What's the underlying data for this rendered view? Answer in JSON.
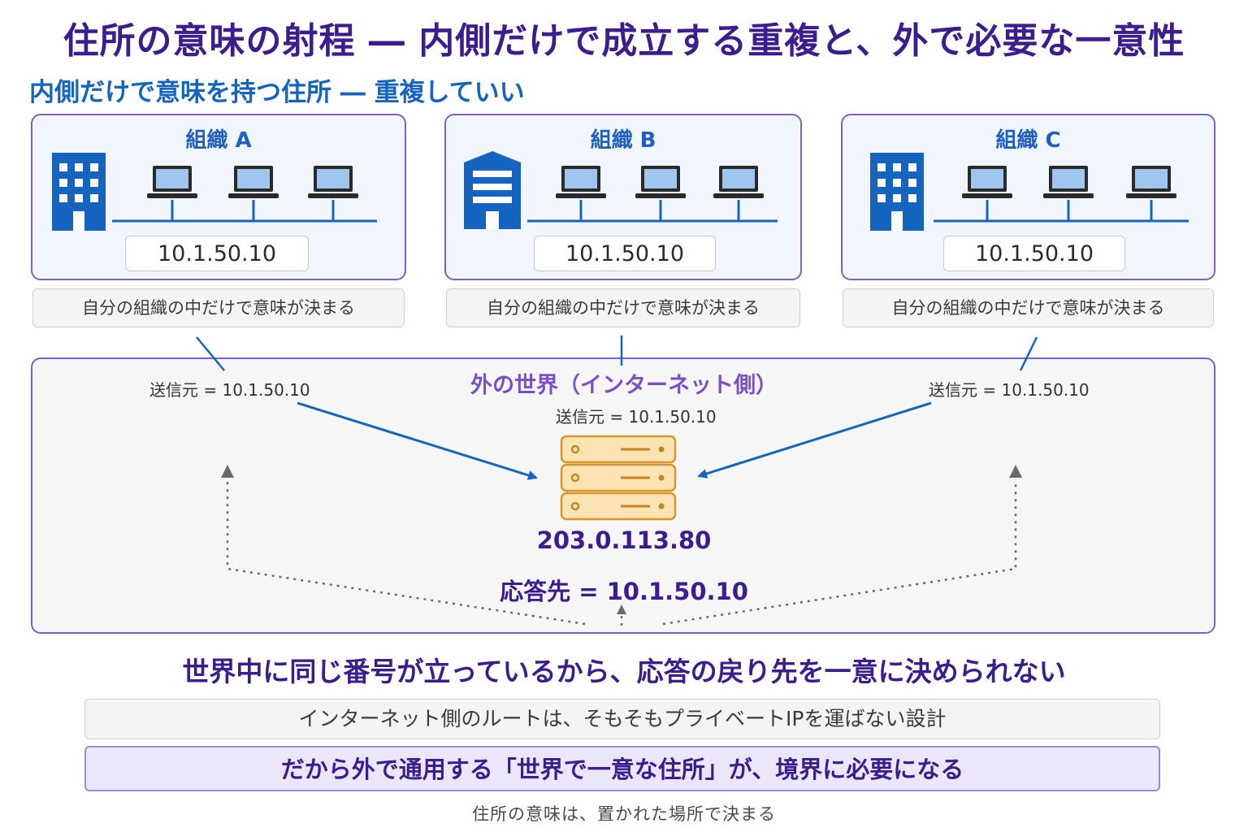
{
  "title": "住所の意味の射程 ― 内側だけで成立する重複と、外で必要な一意性",
  "subtitle": "内側だけで意味を持つ住所 ― 重複していい",
  "orgs": [
    {
      "name": "組織 A",
      "address": "10.1.50.10",
      "note": "自分の組織の中だけで意味が決まる",
      "icon": "office-building-icon"
    },
    {
      "name": "組織 B",
      "address": "10.1.50.10",
      "note": "自分の組織の中だけで意味が決まる",
      "icon": "warehouse-building-icon"
    },
    {
      "name": "組織 C",
      "address": "10.1.50.10",
      "note": "自分の組織の中だけで意味が決まる",
      "icon": "office-building-icon"
    }
  ],
  "outside": {
    "title": "外の世界（インターネット側）",
    "source_left": "送信元 = 10.1.50.10",
    "source_center": "送信元 = 10.1.50.10",
    "source_right": "送信元 = 10.1.50.10",
    "server_ip": "203.0.113.80",
    "reply_to": "応答先 = 10.1.50.10"
  },
  "conclusion": "世界中に同じ番号が立っているから、応答の戻り先を一意に決められない",
  "note": "インターネット側のルートは、そもそもプライベートIPを運ばない設計",
  "highlight": "だから外で通用する「世界で一意な住所」が、境界に必要になる",
  "footer": "住所の意味は、置かれた場所で決まる",
  "colors": {
    "title": "#3b1d8f",
    "subtitle": "#1565c0",
    "icon_blue": "#1565c0",
    "box_border": "#7b62c9",
    "server_fill": "#fbe3b4",
    "server_stroke": "#d9962b"
  }
}
